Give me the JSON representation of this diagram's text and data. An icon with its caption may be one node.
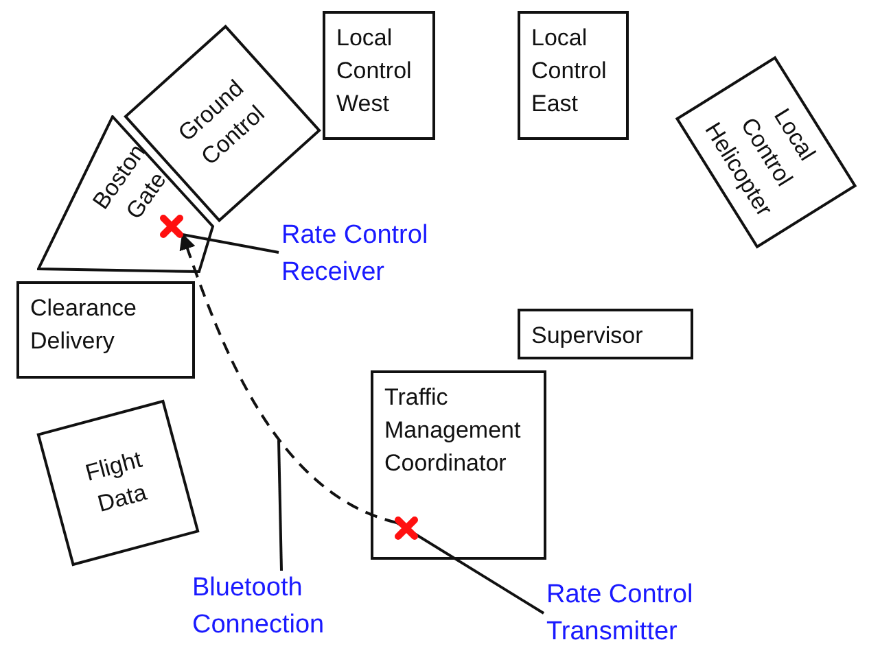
{
  "diagram": {
    "nodes": [
      {
        "text": [
          "Local Control West"
        ]
      },
      {
        "text": [
          "Local Control East"
        ]
      },
      {
        "text": [
          "Local Control Helicopter"
        ]
      },
      {
        "text": [
          "Ground Control"
        ]
      },
      {
        "text": [
          "Boston Gate"
        ]
      },
      {
        "text": [
          "Clearance Delivery"
        ]
      },
      {
        "text": [
          "Supervisor"
        ]
      },
      {
        "text": [
          "Traffic Management Coordinator"
        ]
      },
      {
        "text": [
          "Flight Data"
        ]
      },
      {
        "text": [],
        "shape": "cross",
        "in": 4
      },
      {
        "text": [],
        "shape": "cross",
        "in": 7
      },
      {
        "text": [
          "Rate Control Receiver"
        ]
      },
      {
        "text": [
          "Rate Control Transmitter"
        ]
      },
      {
        "text": [
          "Bluetooth Connection"
        ]
      }
    ],
    "edges": [
      {
        "from": 10,
        "to": 9,
        "arrow": "to",
        "style": "dashed"
      },
      {
        "from": 11,
        "to": 9,
        "arrow": "none"
      },
      {
        "from": 12,
        "to": 10,
        "arrow": "none"
      },
      {
        "from": 13,
        "to": null,
        "arrow": "none"
      }
    ]
  }
}
